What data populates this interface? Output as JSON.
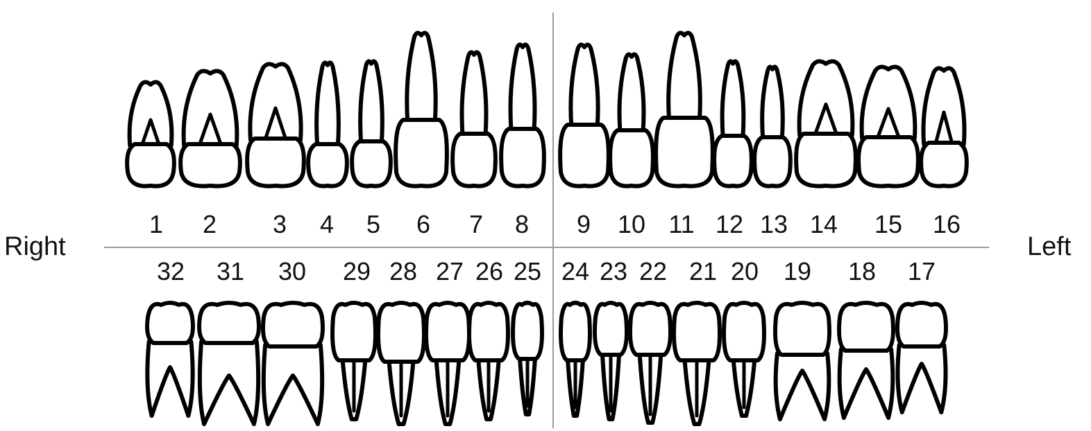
{
  "labels": {
    "right": "Right",
    "left": "Left"
  },
  "upper_teeth": [
    {
      "number": "1",
      "type": "molar"
    },
    {
      "number": "2",
      "type": "molar"
    },
    {
      "number": "3",
      "type": "molar"
    },
    {
      "number": "4",
      "type": "premolar"
    },
    {
      "number": "5",
      "type": "premolar"
    },
    {
      "number": "6",
      "type": "canine"
    },
    {
      "number": "7",
      "type": "incisor"
    },
    {
      "number": "8",
      "type": "incisor"
    },
    {
      "number": "9",
      "type": "incisor"
    },
    {
      "number": "10",
      "type": "incisor"
    },
    {
      "number": "11",
      "type": "canine"
    },
    {
      "number": "12",
      "type": "premolar"
    },
    {
      "number": "13",
      "type": "premolar"
    },
    {
      "number": "14",
      "type": "molar"
    },
    {
      "number": "15",
      "type": "molar"
    },
    {
      "number": "16",
      "type": "molar"
    }
  ],
  "lower_teeth": [
    {
      "number": "32",
      "type": "molar"
    },
    {
      "number": "31",
      "type": "molar"
    },
    {
      "number": "30",
      "type": "molar"
    },
    {
      "number": "29",
      "type": "premolar"
    },
    {
      "number": "28",
      "type": "premolar"
    },
    {
      "number": "27",
      "type": "canine"
    },
    {
      "number": "26",
      "type": "incisor"
    },
    {
      "number": "25",
      "type": "incisor"
    },
    {
      "number": "24",
      "type": "incisor"
    },
    {
      "number": "23",
      "type": "incisor"
    },
    {
      "number": "22",
      "type": "canine"
    },
    {
      "number": "21",
      "type": "premolar"
    },
    {
      "number": "20",
      "type": "premolar"
    },
    {
      "number": "19",
      "type": "molar"
    },
    {
      "number": "18",
      "type": "molar"
    },
    {
      "number": "17",
      "type": "molar"
    }
  ],
  "colors": {
    "outline": "#000000",
    "divider": "#999999",
    "text": "#111111"
  }
}
